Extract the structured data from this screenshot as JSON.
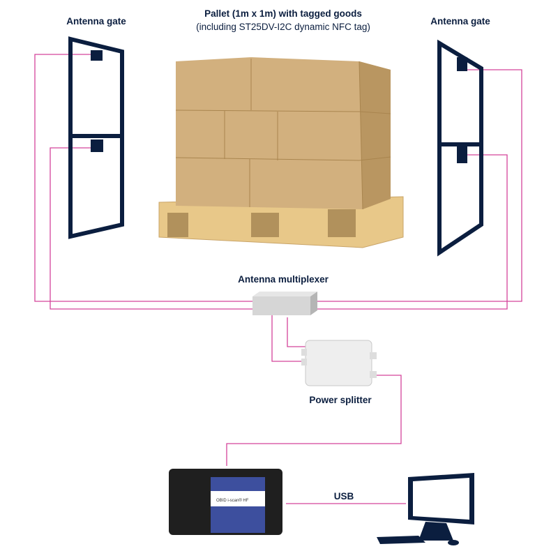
{
  "labels": {
    "left_gate": "Antenna gate",
    "right_gate": "Antenna gate",
    "pallet_title": "Pallet (1m x 1m) with tagged goods",
    "pallet_subtitle": "(including ST25DV-I2C dynamic NFC tag)",
    "multiplexer": "Antenna multiplexer",
    "power_splitter": "Power splitter",
    "usb": "USB",
    "reader_brand": "OBID i-scan® HF"
  },
  "colors": {
    "gate": "#0b1e3f",
    "wire": "#d4439a",
    "box": "#d2b07e"
  }
}
